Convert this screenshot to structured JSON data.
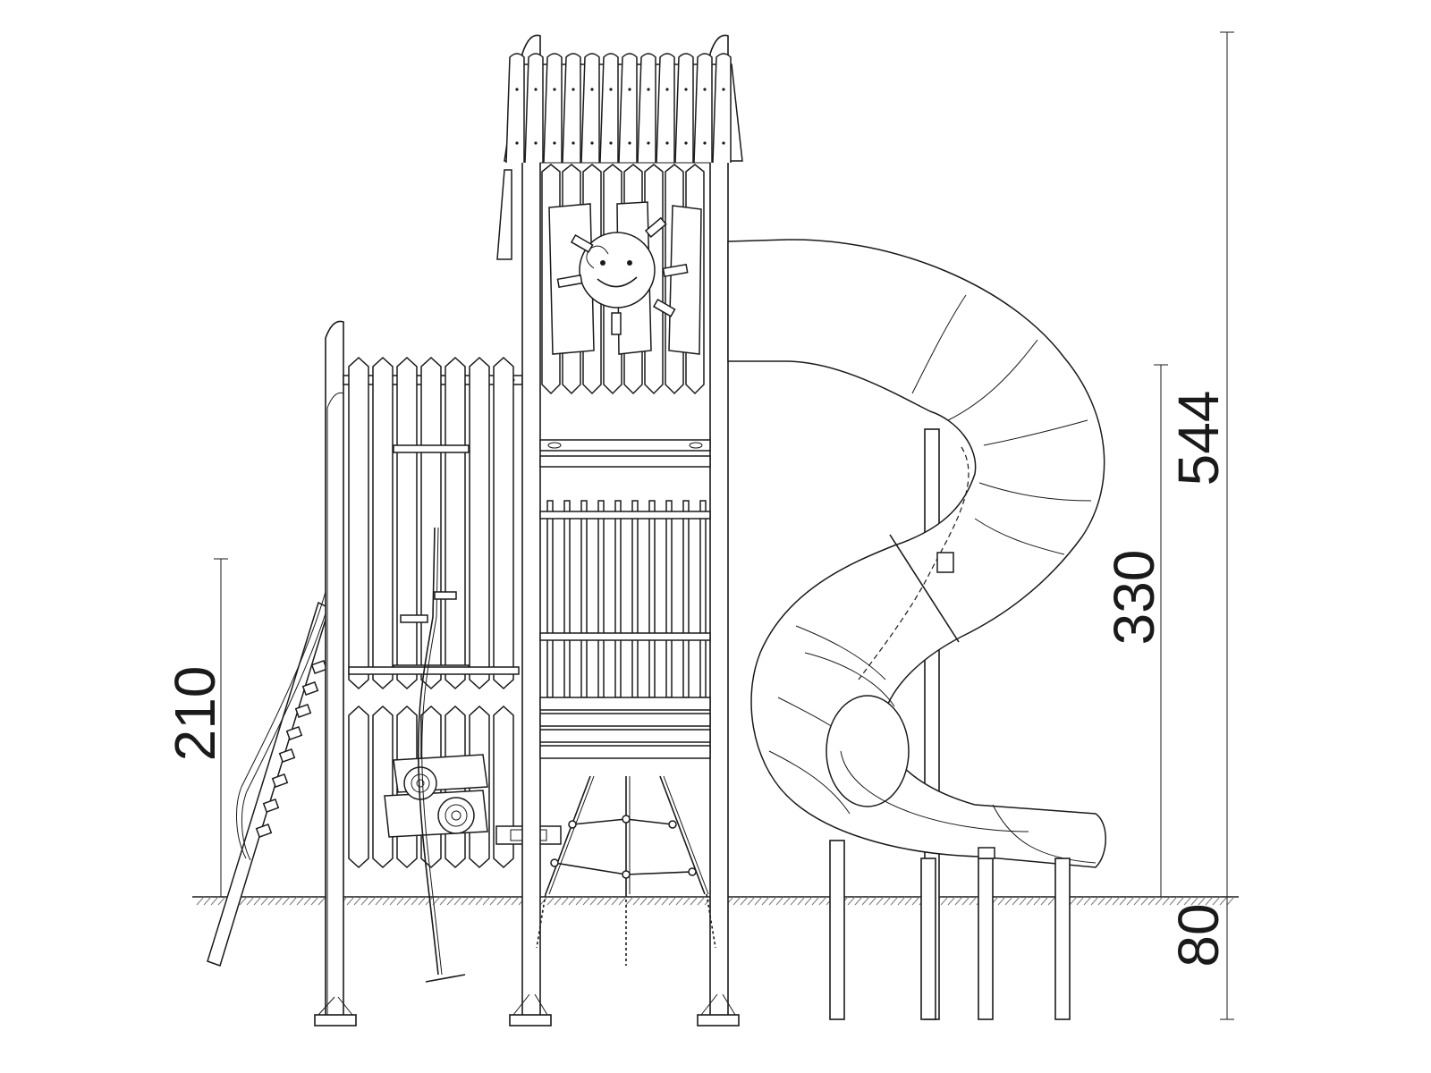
{
  "dimensions": {
    "total_height": "544",
    "platform_height": "330",
    "lower_platform_height": "210",
    "foundation_depth": "80"
  },
  "colors": {
    "line": "#1a1a1a",
    "ground": "#7a7a7a",
    "background": "#ffffff"
  }
}
